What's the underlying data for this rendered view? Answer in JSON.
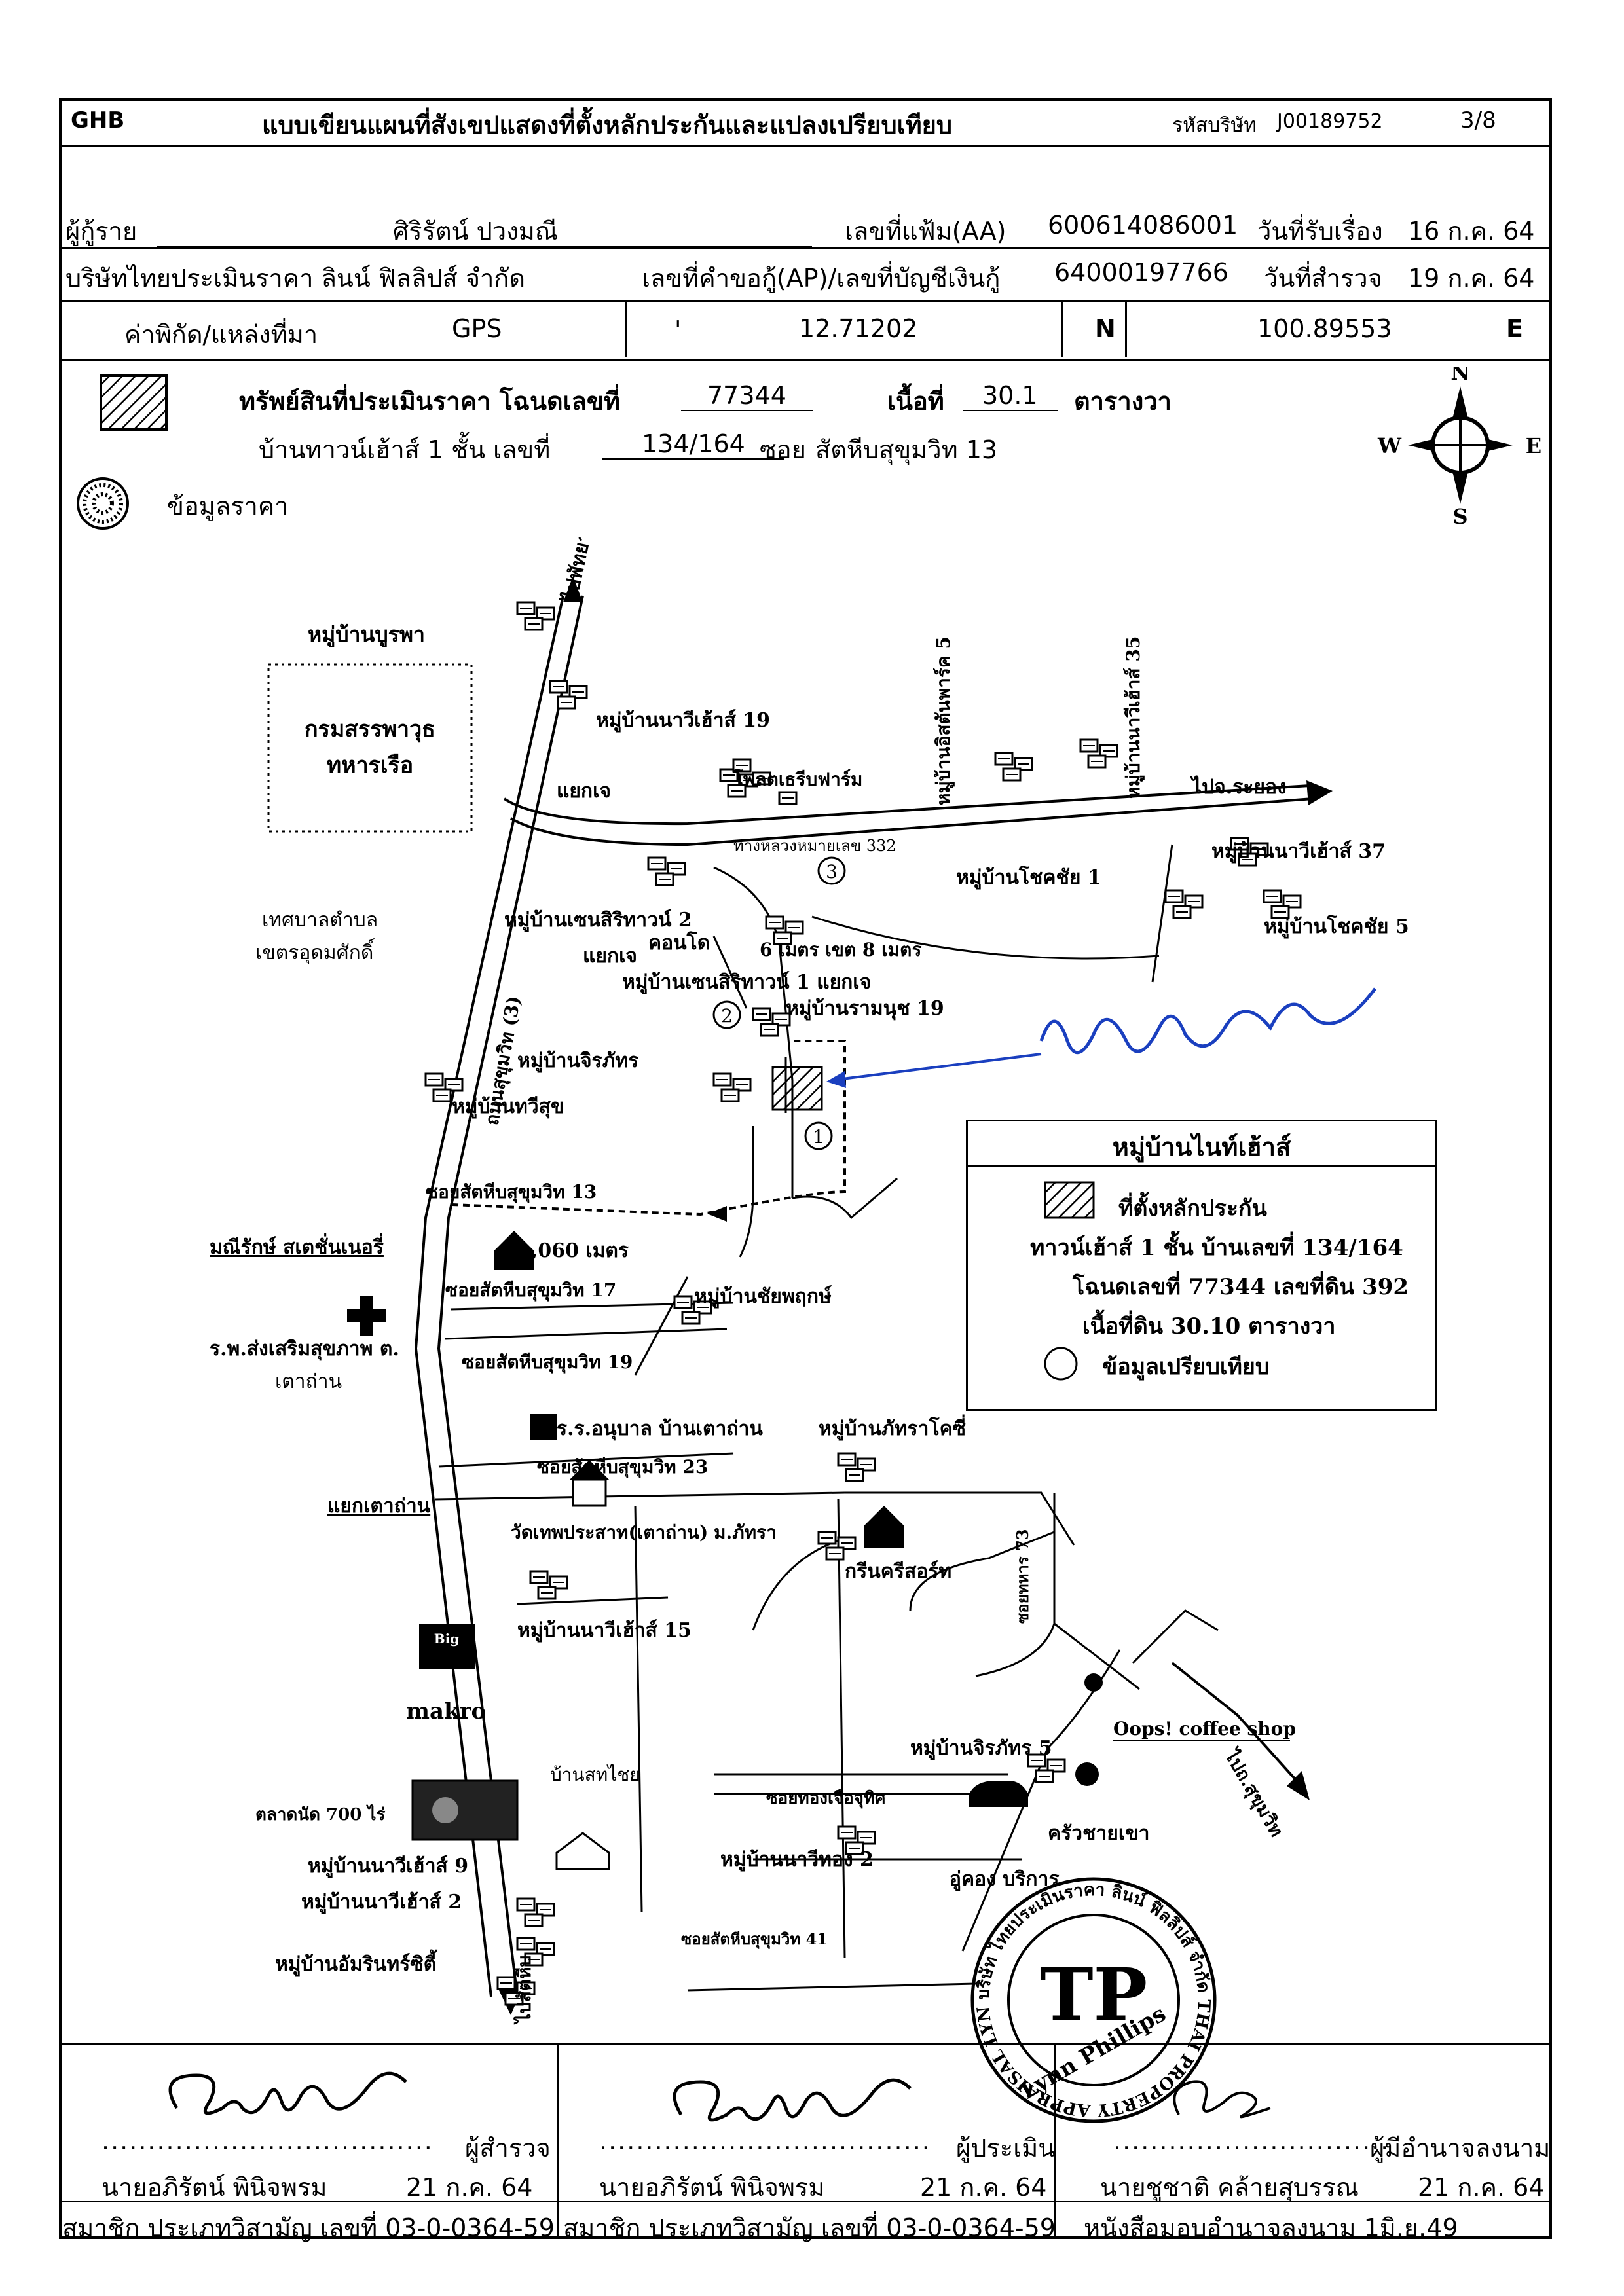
{
  "header": {
    "brand": "GHB",
    "title": "แบบเขียนแผนที่สังเขปแสดงที่ตั้งหลักประกันและแปลงเปรียบเทียบ",
    "company_code_label": "รหัสบริษัท",
    "company_code": "J00189752",
    "page": "3/8"
  },
  "info": {
    "borrower_label": "ผู้กู้ราย",
    "borrower": "ศิริรัตน์  ปวงมณี",
    "file_no_label": "เลขที่แฟ้ม(AA)",
    "file_no": "600614086001",
    "received_label": "วันที่รับเรื่อง",
    "received": "16 ก.ค. 64",
    "company": "บริษัทไทยประเมินราคา ลินน์ ฟิลลิปส์ จำกัด",
    "loan_no_label": "เลขที่คำขอกู้(AP)/เลขที่บัญชีเงินกู้",
    "loan_no": "64000197766",
    "survey_label": "วันที่สำรวจ",
    "survey": "19 ก.ค. 64"
  },
  "coords": {
    "label": "ค่าพิกัด/แหล่งที่มา",
    "source": "GPS",
    "tick": "'",
    "lat": "12.71202",
    "lat_dir": "N",
    "lon": "100.89553",
    "lon_dir": "E"
  },
  "asset": {
    "line1_label": "ทรัพย์สินที่ประเมินราคา โฉนดเลขที่",
    "deed_no": "77344",
    "area_label": "เนื้อที่",
    "area": "30.1",
    "area_unit": "ตารางวา",
    "line2_label": "บ้านทาวน์เฮ้าส์ 1 ชั้น   เลขที่",
    "house_no": "134/164",
    "soi_label": "ซอย",
    "soi": "สัตหีบสุขุมวิท 13",
    "price_info": "ข้อมูลราคา"
  },
  "compass": {
    "n": "N",
    "s": "S",
    "w": "W",
    "e": "E"
  },
  "map": {
    "labels": {
      "burapha": "หมู่บ้านบูรพา",
      "to_pattaya": "ไปพัทยา",
      "navy1": "กรมสรรพาวุธ",
      "navy2": "ทหารเรือ",
      "naviehouse19": "หมู่บ้านนาวีเฮ้าส์ 19",
      "poultry": "โพลตเธรีบฟาร์ม",
      "jerdpark5": "หมู่บ้านอิสตันพาร์ค 5",
      "naviehouse35": "หมู่บ้านนาวีเฮ้าส์ 35",
      "yaekjo1": "แยกเจ",
      "to_rayong": "ไปจ.ระยอง",
      "hw332": "ทางหลวงหมายเลข 332",
      "naviehouse37": "หมู่บ้านนาวีเฮ้าส์ 37",
      "chokchai1": "หมู่บ้านโชคชัย 1",
      "chokchai5": "หมู่บ้านโชคชัย 5",
      "tessaban1": "เทศบาลตำบล",
      "tessaban2": "เขตรอุดมศักดิ์",
      "sukhumvit_rd": "ถนนสุขุมวิท (3)",
      "sensiri2": "หมู่บ้านเซนสิริทาวน์ 2",
      "condo": "คอนโด",
      "yaekjo2": "แยกเจ",
      "road_width": "6 เมตร เขต 8 เมตร",
      "sensiri1": "หมู่บ้านเซนสิริทาวน์ 1 แยกเจ",
      "ramnuch19": "หมู่บ้านรามนุช 19",
      "jirapat": "หมู่บ้านจิรภัทร",
      "taweesuk": "หมู่บ้านทวีสุข",
      "soi13": "ซอยสัตหีบสุขุมวิท 13",
      "maneerak": "มณีรักษ์ สเตชั่นเนอรี่",
      "dist": "1,060 เมตร",
      "soi17": "ซอยสัตหีบสุขุมวิท 17",
      "chaipruek": "หมู่บ้านชัยพฤกษ์",
      "hospital1": "ร.พ.ส่งเสริมสุขภาพ ต.",
      "hospital2": "เตาถ่าน",
      "soi19": "ซอยสัตหีบสุขุมวิท 19",
      "kindergarten": "ร.ร.อนุบาล บ้านเตาถ่าน",
      "patra": "หมู่บ้านภัทราโคซี่",
      "soi23": "ซอยสัตหีบสุขุมวิท 23",
      "yaek_taothan": "แยกเตาถ่าน",
      "temple": "วัดเทพประสาท(เตาถ่าน)",
      "mpatra": "ม.ภัทรา",
      "green_store": "กรีนครีสอร์ท",
      "soi73": "ซอยทหาร 73",
      "naviehouse15": "หมู่บ้านนาวีเฮ้าส์ 15",
      "big_logo": "Big",
      "makro": "makro",
      "oops": "Oops! coffee shop",
      "jirapat5": "หมู่บ้านจิรภัทร 5",
      "to_sukhumvit": "ไปถ.สุขุมวิท",
      "ban_sathai": "บ้านสทไชย",
      "market": "ตลาดนัด 700 ไร่",
      "soi_thong": "ซอยทองเจือจุทิศ",
      "naviehouse9": "หมู่บ้านนาวีเฮ้าส์ 9",
      "navithong2": "หมู่บ้านนาวีทอง 2",
      "kruachaykao": "ครัวชายเขา",
      "oukong": "อู่คอง บริการ",
      "naviehouse2": "หมู่บ้านนาวีเฮ้าส์ 2",
      "soi41": "ซอยสัตหีบสุขุมวิท 41",
      "amarin": "หมู่บ้านอัมรินทร์ซิตี้",
      "to_sattahip": "ไปสัตหีบ",
      "n1": "1",
      "n2": "2",
      "n3": "3"
    },
    "legend": {
      "title": "หมู่บ้านไนท์เฮ้าส์",
      "l1": "ที่ตั้งหลักประกัน",
      "l2": "ทาวน์เฮ้าส์ 1 ชั้น บ้านเลขที่ 134/164",
      "l3": "โฉนดเลขที่ 77344 เลขที่ดิน 392",
      "l4": "เนื้อที่ดิน 30.10 ตารางวา",
      "l5": "ข้อมูลเปรียบเทียบ"
    }
  },
  "stamp": {
    "ring": "บริษัท ไทยประเมินราคา ลินน์ ฟิลลิปส์ จำกัด  THAI PROPERTY APPRAISAL LYNN PHILLIPS CO.,LTD.",
    "mark": "TP",
    "name": "Lynn Phillips"
  },
  "signatures": {
    "s1_role": "ผู้สำรวจ",
    "s1_name": "นายอภิรัตน์ พินิจพรม",
    "s1_date": "21 ก.ค. 64",
    "s1_member": "สมาชิก ประเภทวิสามัญ เลขที่ 03-0-0364-59",
    "s2_role": "ผู้ประเมิน",
    "s2_name": "นายอภิรัตน์ พินิจพรม",
    "s2_date": "21 ก.ค. 64",
    "s2_member": "สมาชิก ประเภทวิสามัญ เลขที่ 03-0-0364-59",
    "s3_role": "ผู้มีอำนาจลงนาม",
    "s3_name": "นายชูชาติ  คล้ายสุบรรณ",
    "s3_date": "21 ก.ค. 64",
    "s3_member": "หนังสือมอบอำนาจลงนาม  1มิ.ย.49"
  }
}
